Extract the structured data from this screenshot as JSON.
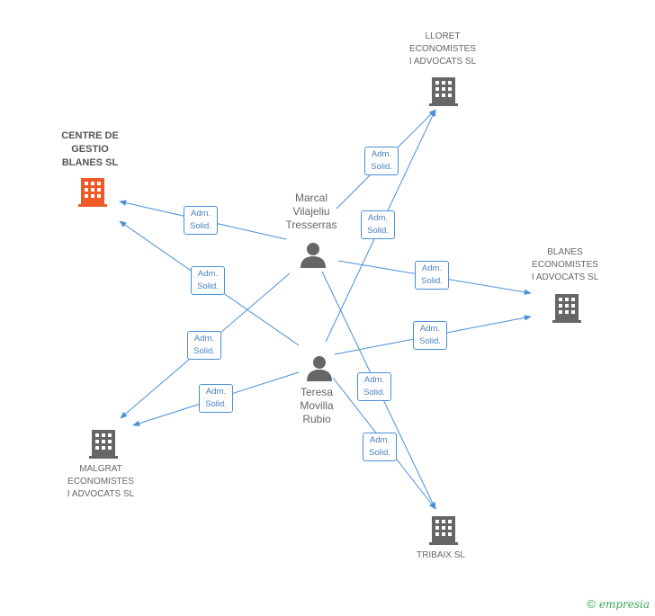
{
  "colors": {
    "edge": "#4a90d9",
    "company": "#666666",
    "focal": "#f05a28",
    "person": "#666666",
    "brand": "#3aa655"
  },
  "nodes": {
    "centre": {
      "label": "CENTRE DE\nGESTIO\nBLANES SL",
      "icon": "building-icon"
    },
    "lloret": {
      "label": "LLORET\nECONOMISTES\nI ADVOCATS SL",
      "icon": "building-icon"
    },
    "blanes": {
      "label": "BLANES\nECONOMISTES\nI ADVOCATS SL",
      "icon": "building-icon"
    },
    "malgrat": {
      "label": "MALGRAT\nECONOMISTES\nI ADVOCATS SL",
      "icon": "building-icon"
    },
    "tribaix": {
      "label": "TRIBAIX SL",
      "icon": "building-icon"
    },
    "marcal": {
      "label": "Marcal\nVilajeliu\nTresserras",
      "icon": "person-icon"
    },
    "teresa": {
      "label": "Teresa\nMovilla\nRubio",
      "icon": "person-icon"
    }
  },
  "edges": [
    {
      "from": "marcal",
      "to": "lloret",
      "label": "Adm.\nSolid."
    },
    {
      "from": "marcal",
      "to": "centre",
      "label": "Adm.\nSolid."
    },
    {
      "from": "marcal",
      "to": "blanes",
      "label": "Adm.\nSolid."
    },
    {
      "from": "marcal",
      "to": "malgrat",
      "label": "Adm.\nSolid."
    },
    {
      "from": "marcal",
      "to": "tribaix",
      "label": "Adm.\nSolid."
    },
    {
      "from": "teresa",
      "to": "lloret",
      "label": "Adm.\nSolid."
    },
    {
      "from": "teresa",
      "to": "centre",
      "label": "Adm.\nSolid."
    },
    {
      "from": "teresa",
      "to": "blanes",
      "label": "Adm.\nSolid."
    },
    {
      "from": "teresa",
      "to": "malgrat",
      "label": "Adm.\nSolid."
    },
    {
      "from": "teresa",
      "to": "tribaix",
      "label": "Adm.\nSolid."
    }
  ],
  "footer": {
    "copyright": "©",
    "brand": "empresia"
  }
}
